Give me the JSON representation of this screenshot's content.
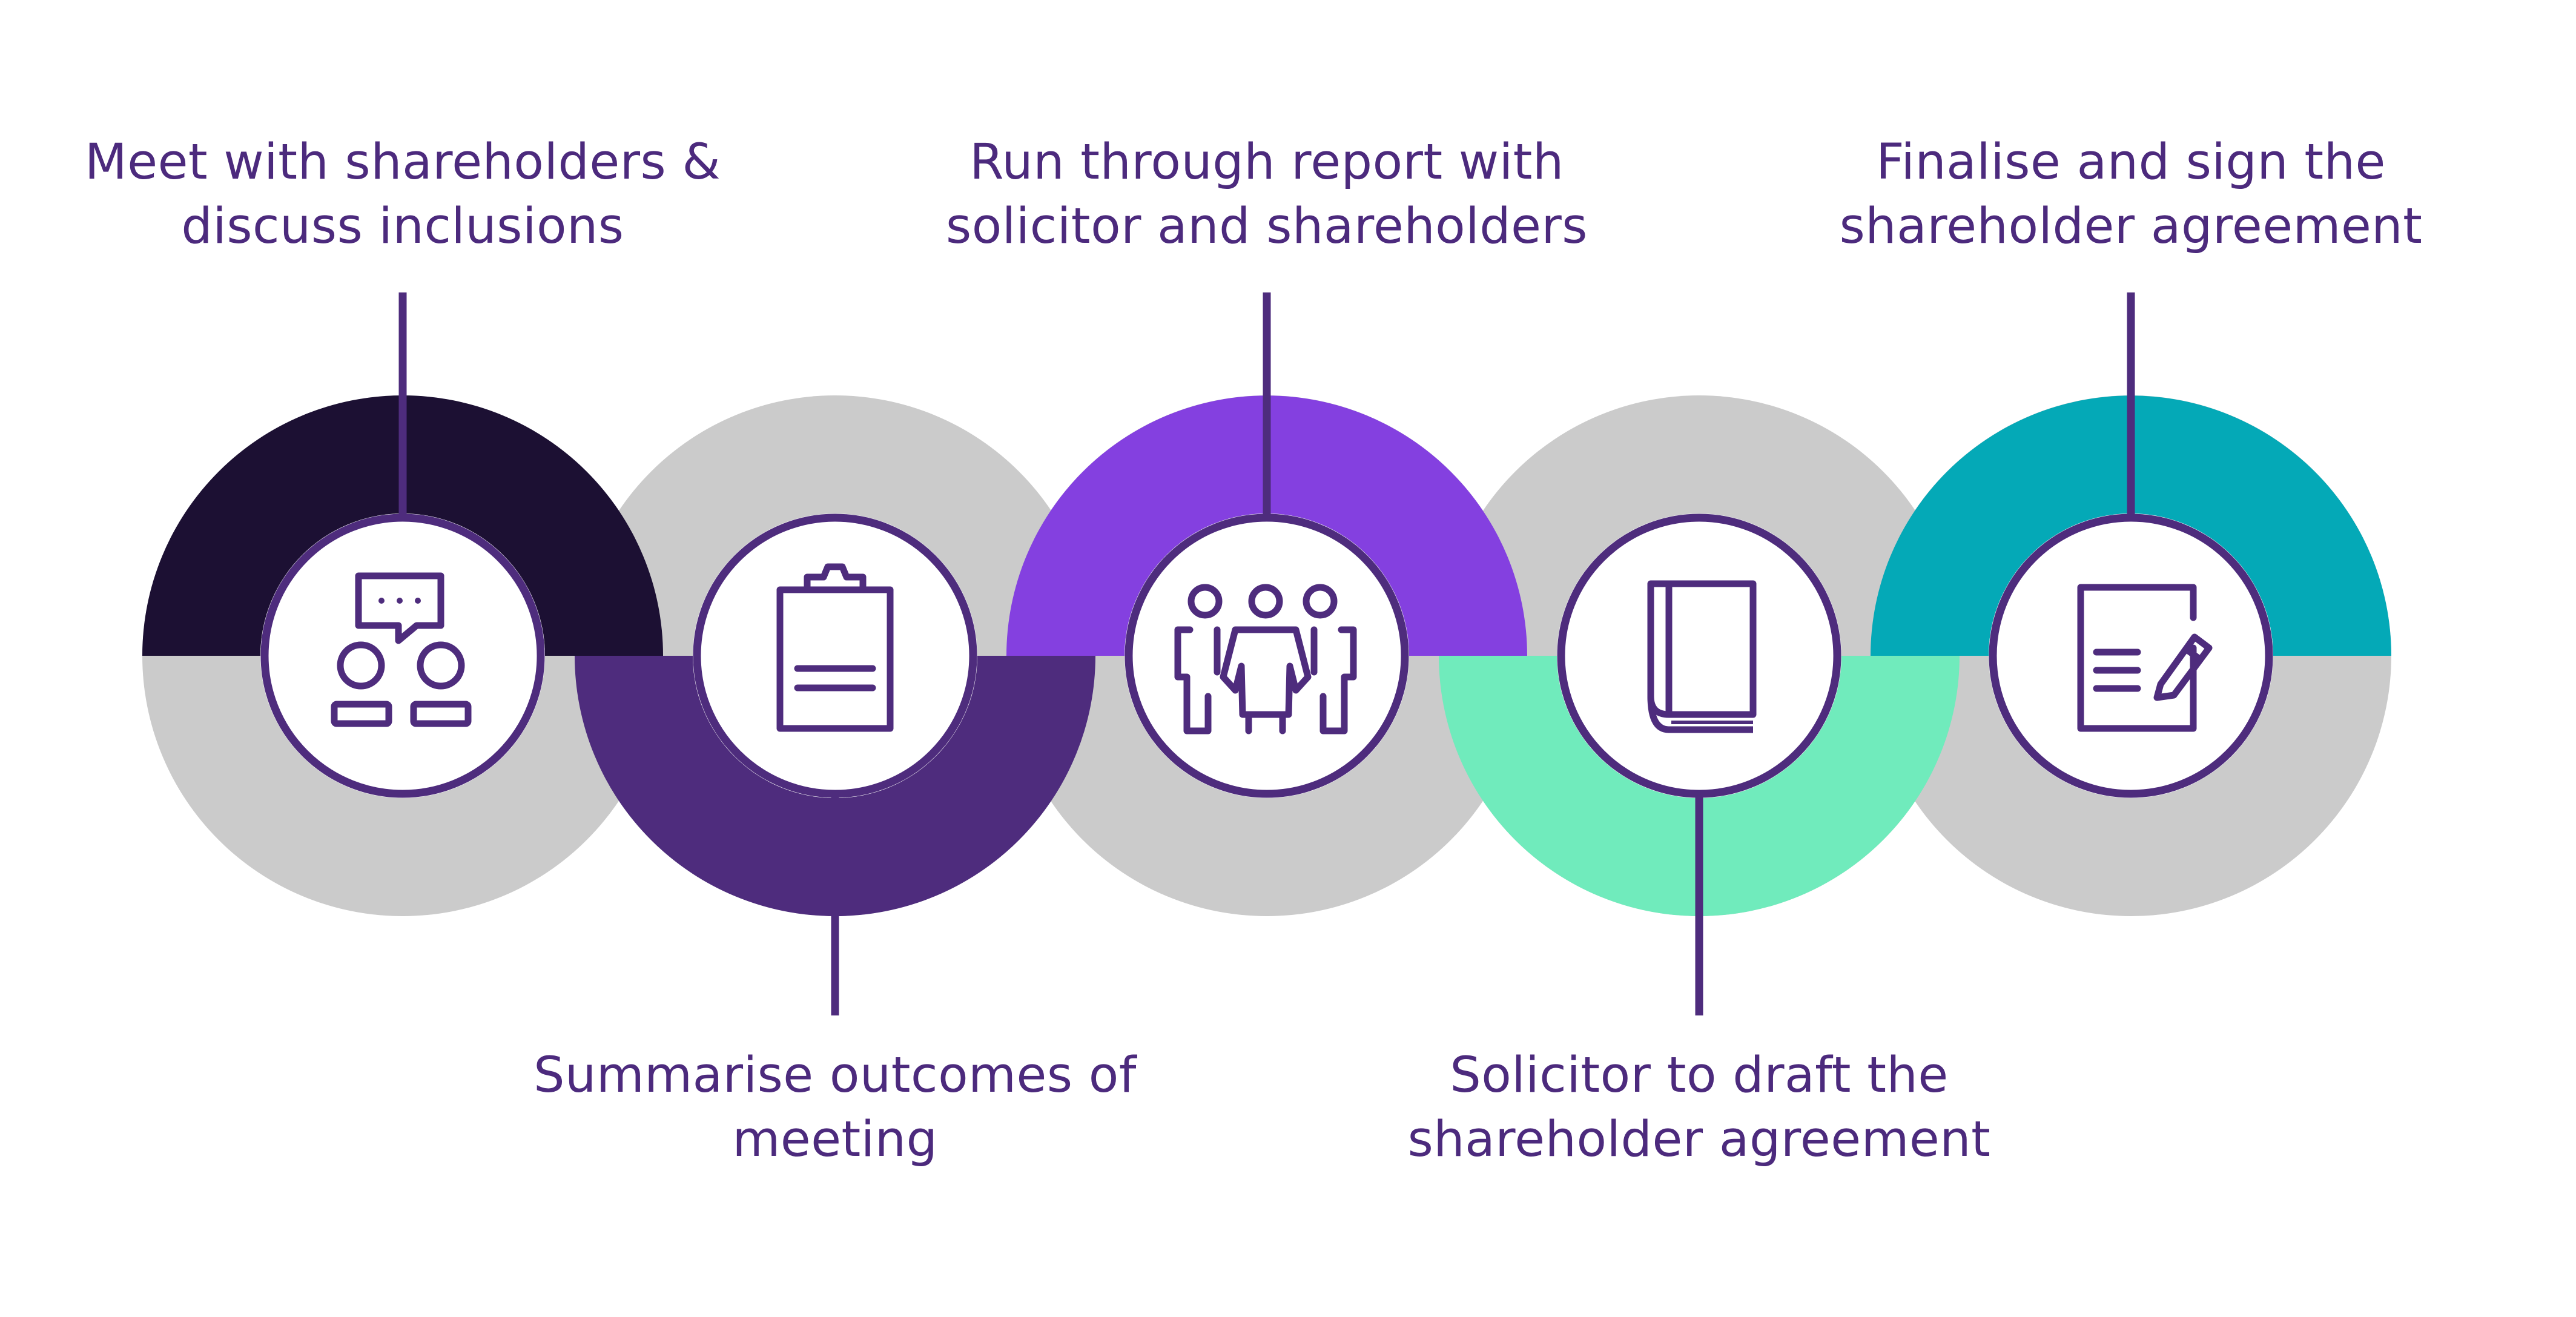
{
  "colors": {
    "purple_text": "#4c2a7d",
    "line": "#4e2c7d",
    "grey": "#cbcbcb",
    "ring_dark": "#1c1033",
    "ring_purple": "#4e2c7d",
    "ring_violet": "#8440e0",
    "ring_mint": "#70ebbc",
    "ring_teal": "#04a9b7"
  },
  "steps": [
    {
      "id": 1,
      "label_lines": [
        "Meet with shareholders &",
        "discuss inclusions"
      ],
      "icon": "meeting-icon",
      "label_position": "top",
      "ring_color": "#1c1033"
    },
    {
      "id": 2,
      "label_lines": [
        "Summarise outcomes of",
        "meeting"
      ],
      "icon": "clipboard-icon",
      "label_position": "bottom",
      "ring_color": "#4e2c7d"
    },
    {
      "id": 3,
      "label_lines": [
        "Run through report with",
        "solicitor and shareholders"
      ],
      "icon": "group-icon",
      "label_position": "top",
      "ring_color": "#8440e0"
    },
    {
      "id": 4,
      "label_lines": [
        "Solicitor to draft the",
        "shareholder agreement"
      ],
      "icon": "book-icon",
      "label_position": "bottom",
      "ring_color": "#70ebbc"
    },
    {
      "id": 5,
      "label_lines": [
        "Finalise and sign the",
        "shareholder agreement"
      ],
      "icon": "document-pen-icon",
      "label_position": "top",
      "ring_color": "#04a9b7"
    }
  ]
}
